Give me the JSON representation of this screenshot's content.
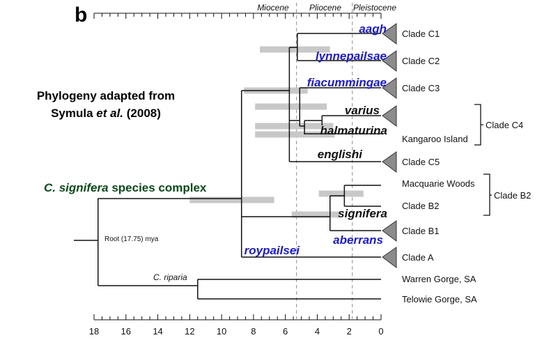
{
  "figure": {
    "panel_label": "b",
    "title_line1": "Phylogeny adapted from",
    "title_line2_prefix": "Symula ",
    "title_line2_italic": "et al.",
    "title_line2_suffix": " (2008)",
    "complex_italic": "C. signifera",
    "complex_rest": " species complex",
    "root_label": "Root (17.75) mya",
    "outgroup_label": "C. riparia"
  },
  "epochs": [
    "Miocene",
    "Pliocene",
    "Pleistocene"
  ],
  "axis": {
    "min": 0,
    "max": 18,
    "reversed": true,
    "major_ticks": [
      18,
      16,
      14,
      12,
      10,
      8,
      6,
      4,
      2,
      0
    ],
    "minor_step": 0.5,
    "epoch_boundaries_mya": [
      5.3,
      1.8
    ]
  },
  "taxa": [
    {
      "name": "aagh",
      "color": "#1a1ad8"
    },
    {
      "name": "lynnepailsae",
      "color": "#1a1ad8"
    },
    {
      "name": "fiacummingae",
      "color": "#1a1ad8"
    },
    {
      "name": "varius",
      "color": "#111111"
    },
    {
      "name": "halmaturina",
      "color": "#111111"
    },
    {
      "name": "englishi",
      "color": "#111111"
    },
    {
      "name": "signifera",
      "color": "#111111"
    },
    {
      "name": "aberrans",
      "color": "#1a1ad8"
    },
    {
      "name": "roypailsei",
      "color": "#1a1ad8"
    }
  ],
  "tips": [
    "Clade C1",
    "Clade C2",
    "Clade C3",
    "Kangaroo Island",
    "Clade C5",
    "Macquarie Woods",
    "Clade B2",
    "Clade B1",
    "Clade A",
    "Warren Gorge, SA",
    "Telowie Gorge, SA"
  ],
  "group_labels": {
    "c4": "Clade C4",
    "b2": "Clade B2"
  },
  "node_ages_mya": {
    "root": 17.75,
    "complex": 8.75,
    "c_group": 5.75,
    "c1_c2": 5.25,
    "c3_to_c4": 5.1,
    "c4": 4.8,
    "c4_inner": 3.7,
    "b_group": 3.2,
    "b2": 2.3,
    "riparia": 11.5
  },
  "error_bars_mya": [
    [
      7.6,
      3.2
    ],
    [
      8.6,
      4.6
    ],
    [
      7.9,
      3.4
    ],
    [
      7.9,
      3.0
    ],
    [
      7.9,
      2.9
    ],
    [
      12.0,
      6.7
    ],
    [
      5.6,
      2.6
    ],
    [
      3.9,
      1.1
    ]
  ]
}
